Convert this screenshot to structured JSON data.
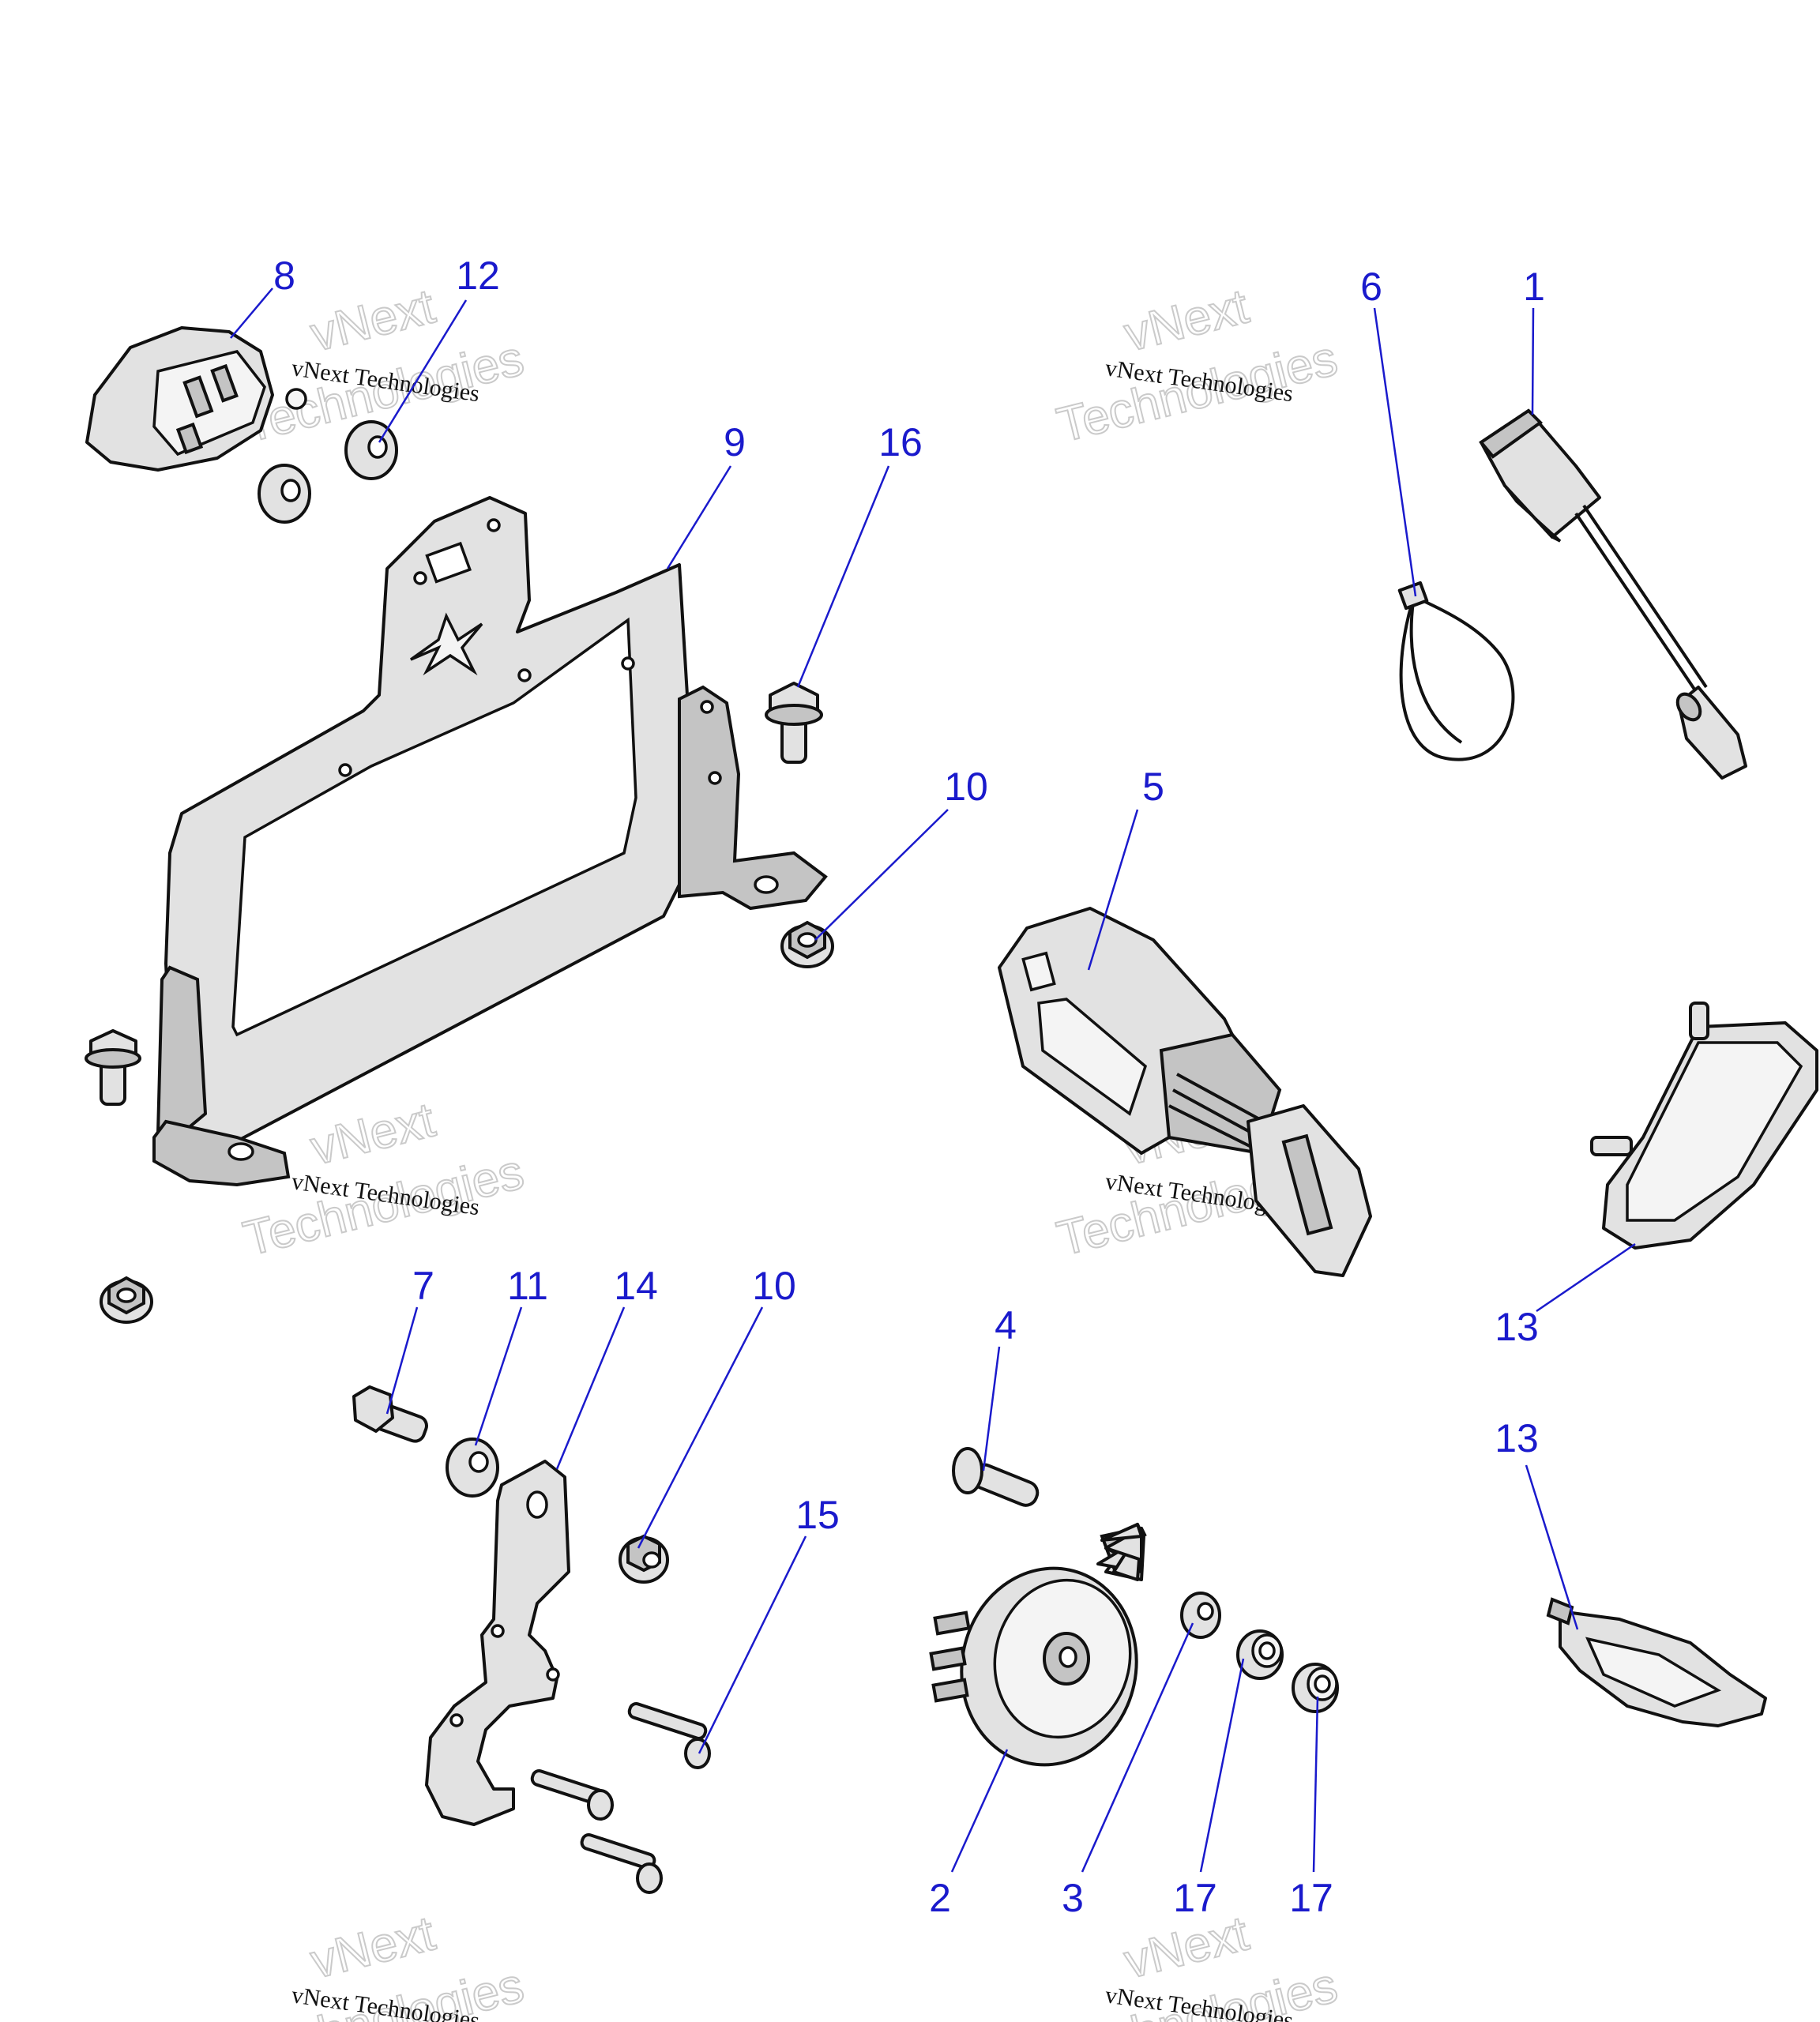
{
  "watermark": {
    "small_text": "vNext Technologies",
    "big_line1": "vNext",
    "big_line2": "Technologies"
  },
  "callouts": [
    {
      "id": "c1",
      "label": "1"
    },
    {
      "id": "c2",
      "label": "2"
    },
    {
      "id": "c3",
      "label": "3"
    },
    {
      "id": "c4",
      "label": "4"
    },
    {
      "id": "c5",
      "label": "5"
    },
    {
      "id": "c6",
      "label": "6"
    },
    {
      "id": "c7",
      "label": "7"
    },
    {
      "id": "c8",
      "label": "8"
    },
    {
      "id": "c9",
      "label": "9"
    },
    {
      "id": "c10a",
      "label": "10"
    },
    {
      "id": "c10b",
      "label": "10"
    },
    {
      "id": "c11",
      "label": "11"
    },
    {
      "id": "c12",
      "label": "12"
    },
    {
      "id": "c13a",
      "label": "13"
    },
    {
      "id": "c13b",
      "label": "13"
    },
    {
      "id": "c14",
      "label": "14"
    },
    {
      "id": "c15",
      "label": "15"
    },
    {
      "id": "c16",
      "label": "16"
    },
    {
      "id": "c17a",
      "label": "17"
    },
    {
      "id": "c17b",
      "label": "17"
    }
  ],
  "colors": {
    "callout": "#1a1acc",
    "line_art": "#111111",
    "part_fill": "#e2e2e2",
    "watermark": "#bdbdbd"
  }
}
